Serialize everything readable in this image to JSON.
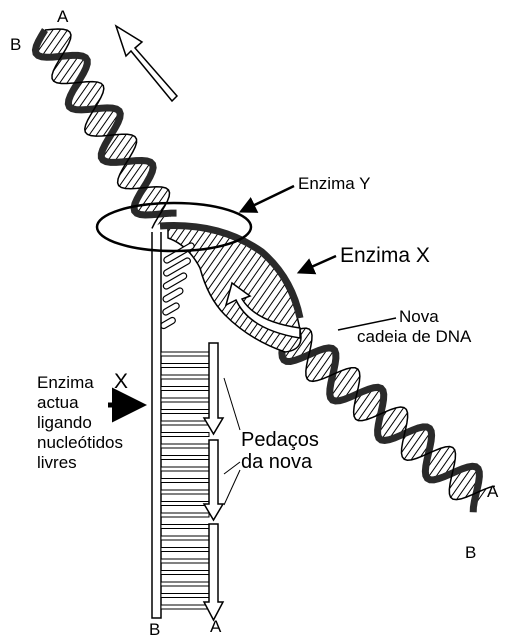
{
  "labels": {
    "top_a": "A",
    "top_b": "B",
    "enzyme_y": "Enzima Y",
    "enzyme_x": "Enzima X",
    "new_chain_line1": "Nova",
    "new_chain_line2": "cadeia de DNA",
    "enzyme_x_action_line1": "Enzima",
    "enzyme_x_action_letter": "X",
    "enzyme_x_action_line2": "actua",
    "enzyme_x_action_line3": "ligando",
    "enzyme_x_action_line4": "nucleótidos",
    "enzyme_x_action_line5": "livres",
    "pieces_line1": "Pedaços",
    "pieces_line2": "da nova",
    "right_a": "A",
    "right_b": "B",
    "bottom_b": "B",
    "bottom_a": "A"
  },
  "colors": {
    "ink": "#000000",
    "paper": "#ffffff",
    "dark_backbone": "#2a2a2a"
  },
  "icons": {
    "movement_arrow": "hollow-arrow-icon",
    "pointer_arrow": "solid-arrow-icon"
  }
}
